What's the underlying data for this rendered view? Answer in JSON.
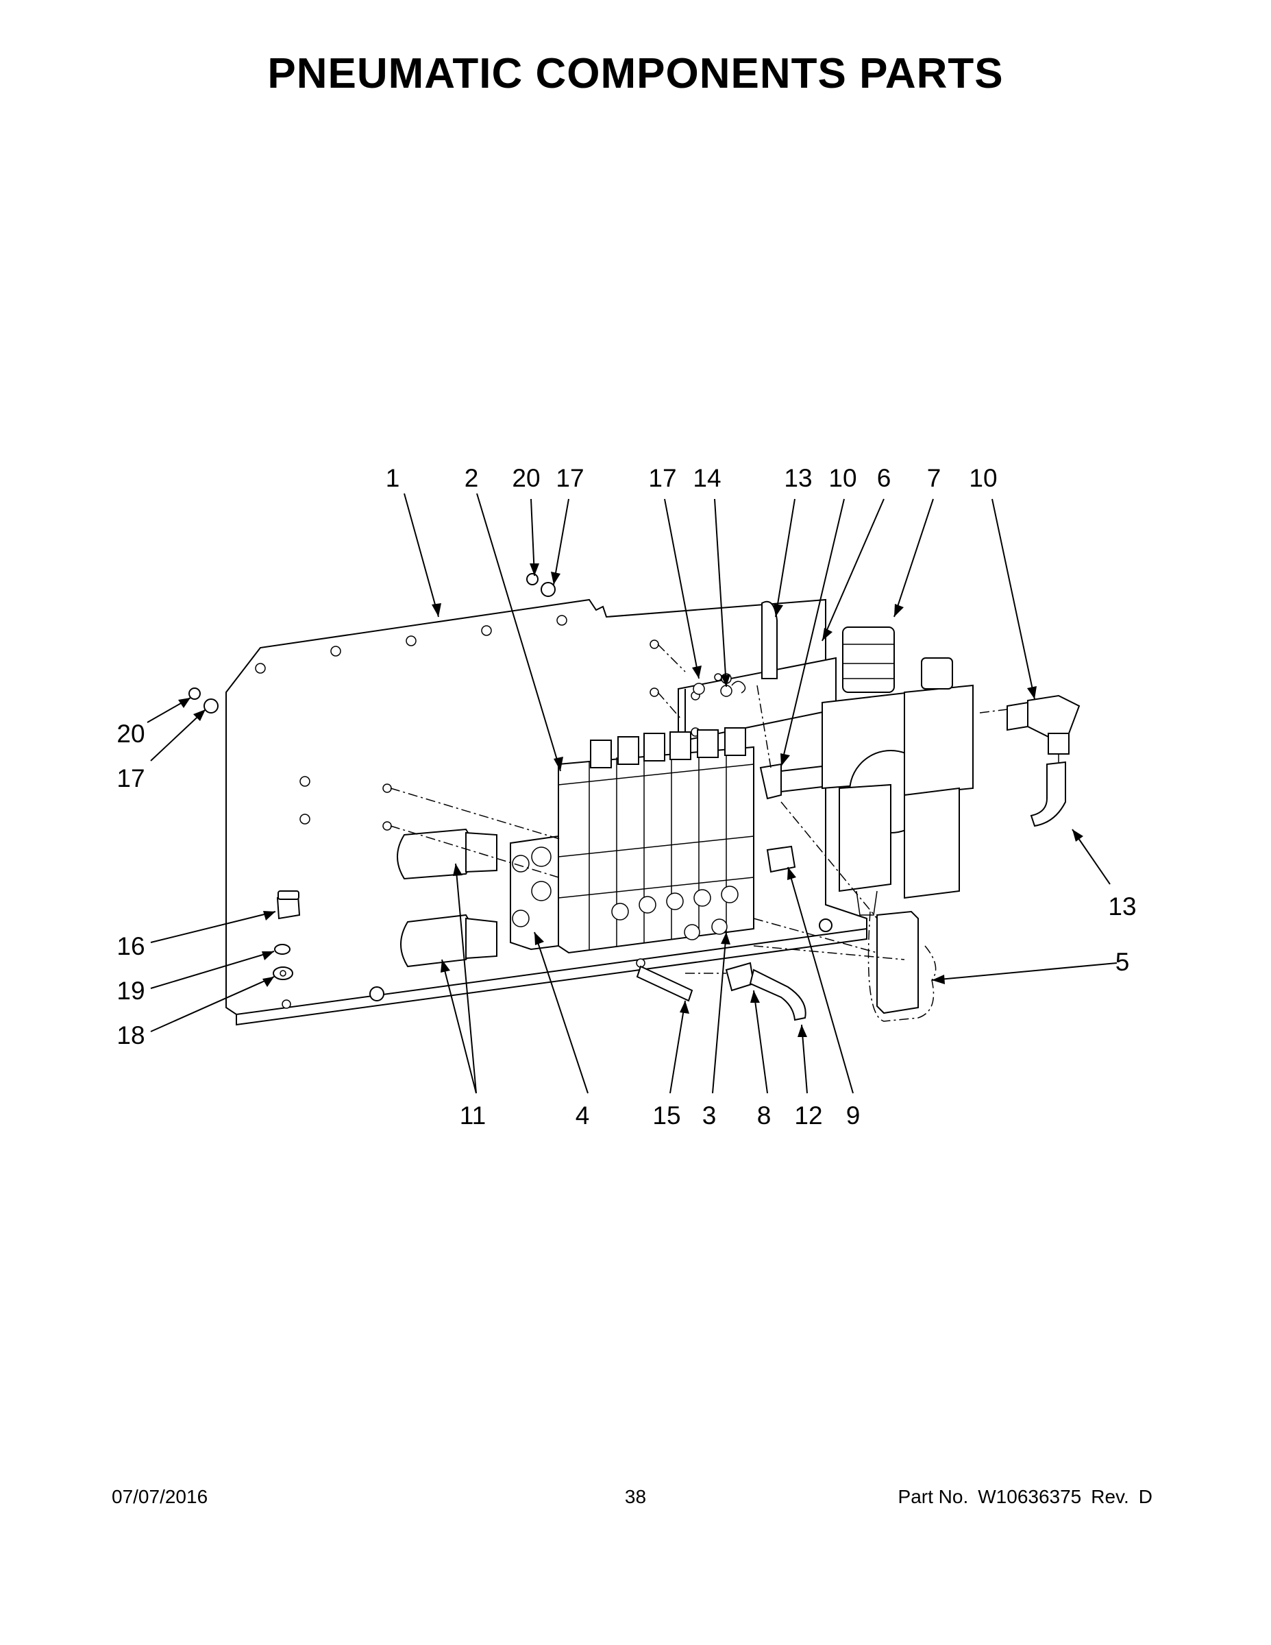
{
  "page": {
    "title": "PNEUMATIC COMPONENTS PARTS",
    "footer": {
      "date": "07/07/2016",
      "page_number": "38",
      "part_label": "Part No.",
      "part_number": "W10636375",
      "rev_label": "Rev.",
      "revision": "D"
    }
  },
  "callouts": [
    "1",
    "2",
    "20",
    "17",
    "17",
    "14",
    "13",
    "10",
    "6",
    "7",
    "10",
    "20",
    "17",
    "13",
    "16",
    "5",
    "19",
    "18",
    "11",
    "4",
    "15",
    "3",
    "8",
    "12",
    "9"
  ]
}
